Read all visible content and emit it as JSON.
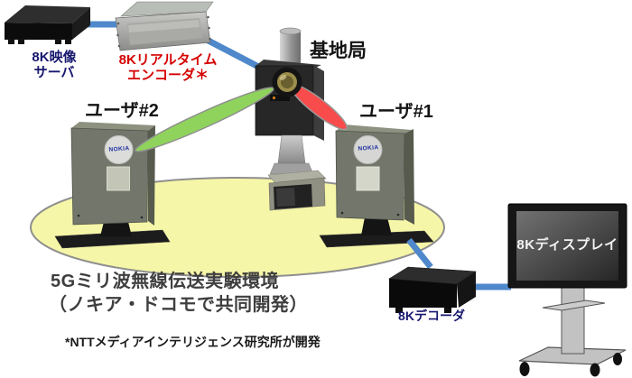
{
  "nodes": {
    "server": {
      "label_line1": "8K映像",
      "label_line2": "サーバ"
    },
    "encoder": {
      "label_line1": "8Kリアルタイム",
      "label_line2": "エンコーダ＊"
    },
    "base_station": {
      "label": "基地局"
    },
    "user2": {
      "label": "ユーザ#2",
      "brand": "NOKIA"
    },
    "user1": {
      "label": "ユーザ#1",
      "brand": "NOKIA"
    },
    "decoder": {
      "label": "8Kデコーダ"
    },
    "display": {
      "label": "8Kディスプレイ"
    }
  },
  "caption": {
    "title": "5Gミリ波無線伝送実験環境",
    "subtitle": "（ノキア・ドコモで共同開発）",
    "footnote": "*NTTメディアインテリジェンス研究所が開発"
  },
  "colors": {
    "link_blue": "#4f88cb",
    "beam_green": "#8fd35c",
    "beam_red": "#f84c4c",
    "coverage_yellow": "#f6f6a8",
    "server_label_navy": "#17176e",
    "encoder_label_red": "#d50000"
  }
}
